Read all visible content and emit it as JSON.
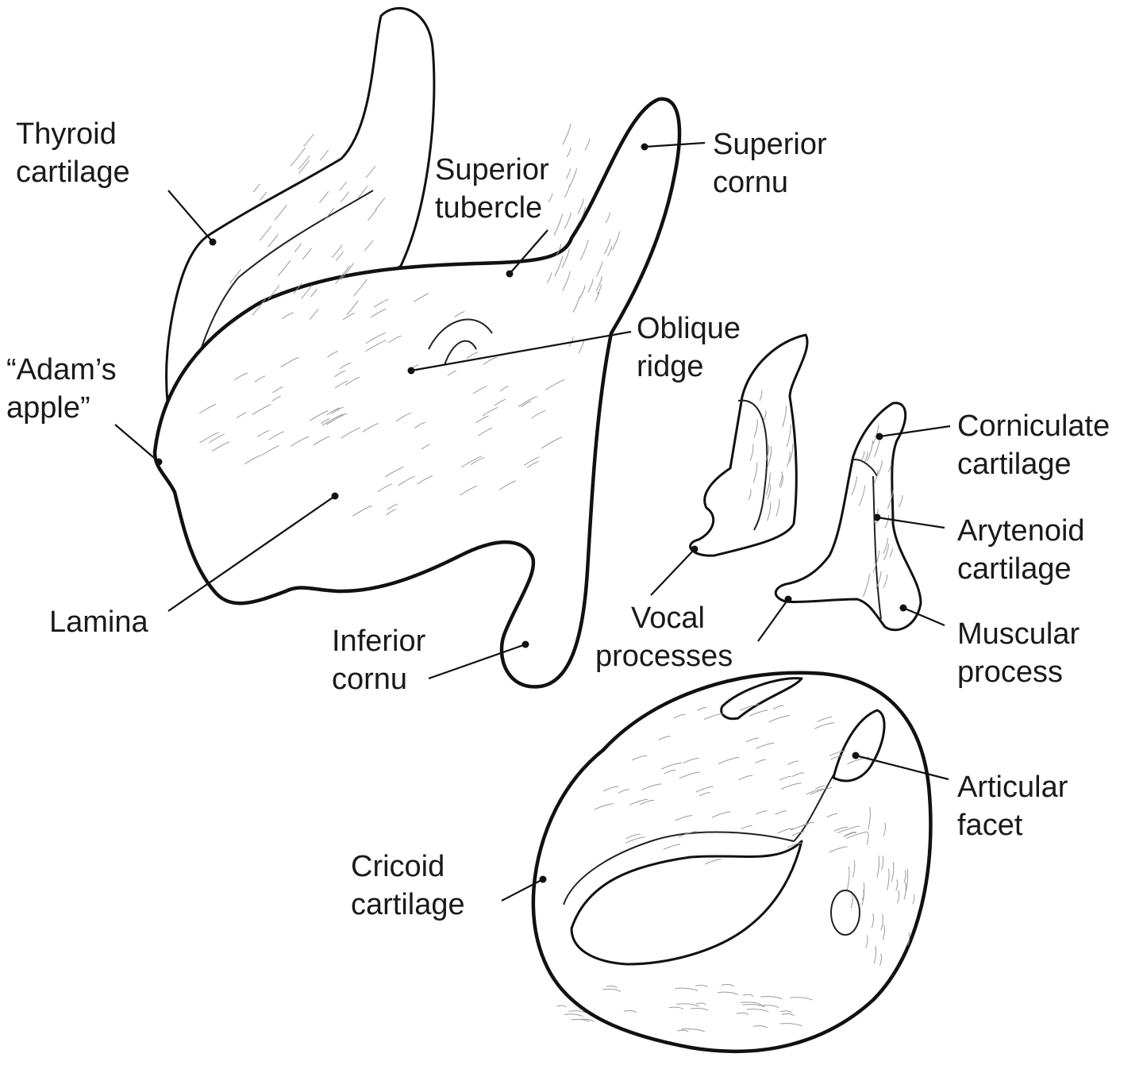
{
  "labels": {
    "thyroid": [
      "Thyroid",
      "cartilage"
    ],
    "superior_tubercle": [
      "Superior",
      "tubercle"
    ],
    "superior_cornu": [
      "Superior",
      "cornu"
    ],
    "oblique_ridge": [
      "Oblique",
      "ridge"
    ],
    "adams_apple": [
      "“Adam’s",
      "apple”"
    ],
    "lamina": [
      "Lamina"
    ],
    "inferior_cornu": [
      "Inferior",
      "cornu"
    ],
    "vocal_processes": [
      "Vocal",
      "processes"
    ],
    "corniculate": [
      "Corniculate",
      "cartilage"
    ],
    "arytenoid": [
      "Arytenoid",
      "cartilage"
    ],
    "muscular_process": [
      "Muscular",
      "process"
    ],
    "articular_facet": [
      "Articular",
      "facet"
    ],
    "cricoid": [
      "Cricoid",
      "cartilage"
    ]
  },
  "colors": {
    "ink": "#111111",
    "paper": "#ffffff",
    "shade": "#9a9a9a"
  }
}
